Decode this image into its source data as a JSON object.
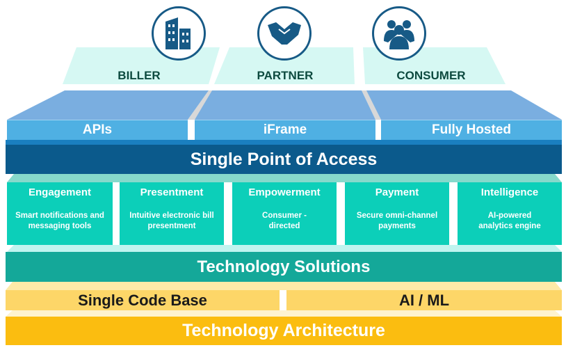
{
  "roles": [
    {
      "label": "BILLER",
      "icon": "building-icon"
    },
    {
      "label": "PARTNER",
      "icon": "handshake-icon"
    },
    {
      "label": "CONSUMER",
      "icon": "people-group-icon"
    }
  ],
  "access_methods": [
    "APIs",
    "iFrame",
    "Fully Hosted"
  ],
  "single_point": "Single Point of Access",
  "pillars": [
    {
      "title": "Engagement",
      "desc": "Smart notifications and messaging tools"
    },
    {
      "title": "Presentment",
      "desc": "Intuitive electronic bill presentment"
    },
    {
      "title": "Empowerment",
      "desc": "Consumer -directed"
    },
    {
      "title": "Payment",
      "desc": "Secure omni-channel payments"
    },
    {
      "title": "Intelligence",
      "desc": "AI-powered analytics engine"
    }
  ],
  "tech_solutions": "Technology Solutions",
  "foundations": [
    "Single Code Base",
    "AI / ML"
  ],
  "tech_architecture": "Technology Architecture",
  "colors": {
    "navy": "#0b5a8c",
    "sky": "#4fb0e3",
    "teal": "#0ccfb9",
    "dark_teal": "#14a899",
    "yellow": "#fbbd10",
    "light_yellow": "#fdd668"
  }
}
